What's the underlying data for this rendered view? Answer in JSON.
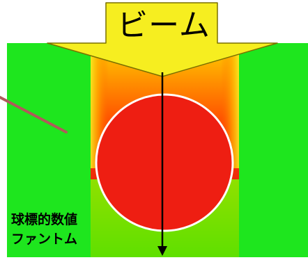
{
  "beam": {
    "label": "ビーム"
  },
  "phantom": {
    "line1": "球標的数値",
    "line2": "ファントム"
  },
  "colors": {
    "background_green": "#1ee61e",
    "darker_green": "#22d622",
    "sphere_red": "#ee1e12",
    "beam_yellow": "#f6ee20",
    "gradient_orange": "#ff8a00",
    "sphere_outline": "#ffffff",
    "pointer_line": "#b05a5a"
  }
}
